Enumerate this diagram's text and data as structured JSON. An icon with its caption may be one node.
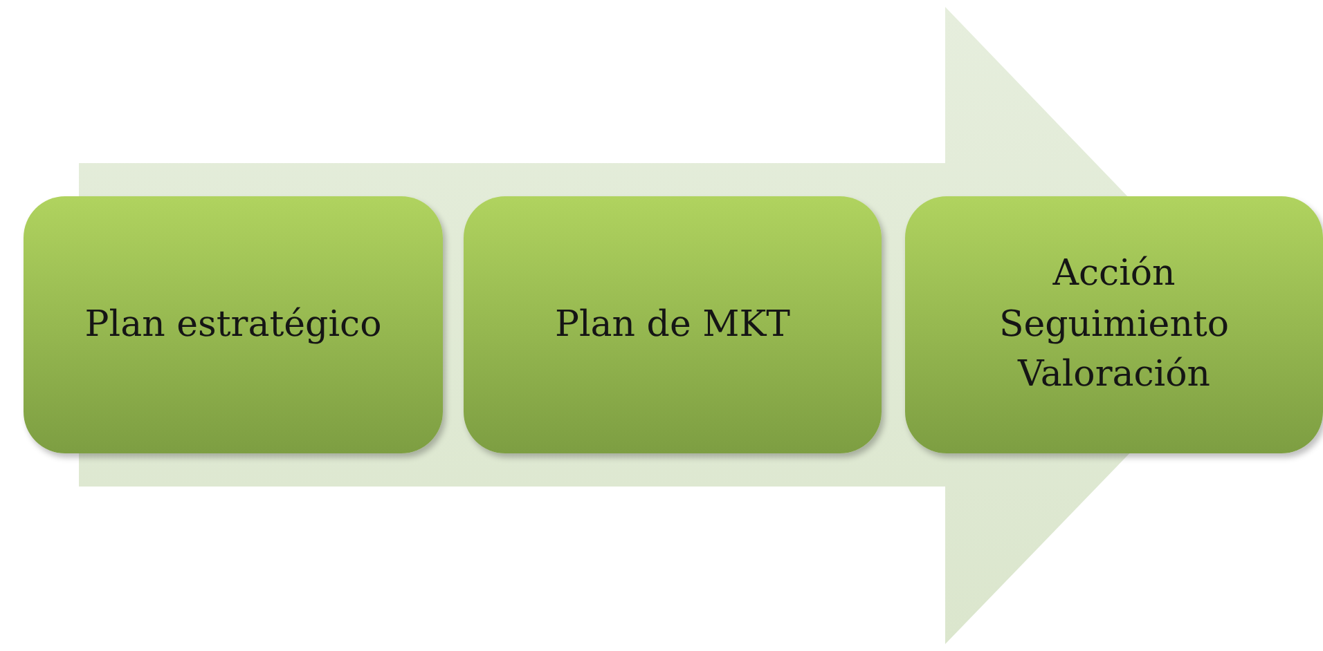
{
  "diagram": {
    "nodes": [
      {
        "text": [
          "Plan estratégico"
        ]
      },
      {
        "text": [
          "Plan de MKT"
        ]
      },
      {
        "text": [
          "Acción",
          "Seguimiento",
          "Valoración"
        ]
      }
    ],
    "edges": [
      {
        "from": 0,
        "to": 2,
        "arrow": "to"
      }
    ]
  }
}
